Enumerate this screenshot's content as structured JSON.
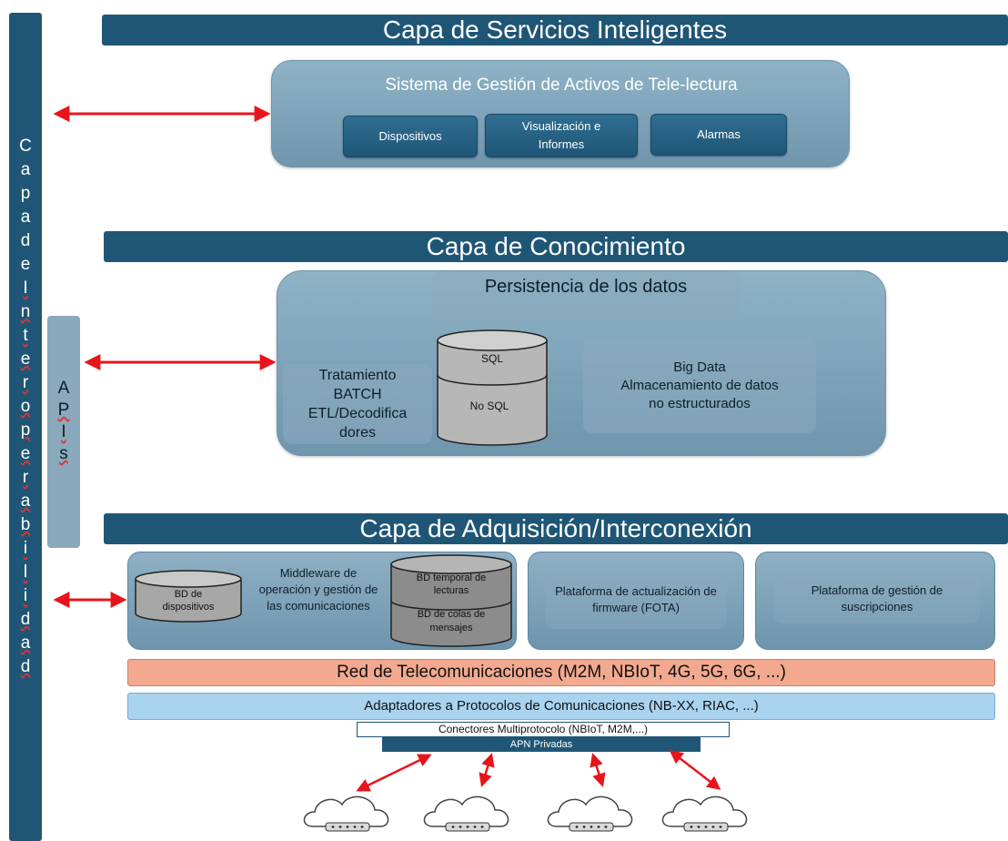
{
  "interop_bar": {
    "label_chars": [
      "C",
      "a",
      "p",
      "a",
      "d",
      "e",
      "I",
      "n",
      "t",
      "e",
      "r",
      "o",
      "p",
      "e",
      "r",
      "a",
      "b",
      "i",
      "l",
      "i",
      "d",
      "a",
      "d"
    ]
  },
  "apis_bar": {
    "label_chars": [
      "A",
      "P",
      "I",
      "s"
    ]
  },
  "layers": {
    "smart_services": {
      "title": "Capa de Servicios Inteligentes",
      "panel_title": "Sistema de Gestión de Activos de Tele-lectura",
      "buttons": [
        "Dispositivos",
        "Visualización e Informes",
        "Alarmas"
      ]
    },
    "knowledge": {
      "title": "Capa de Conocimiento",
      "persistence": "Persistencia de los datos",
      "batch_lines": [
        "Tratamiento",
        "BATCH",
        "ETL/Decodifica",
        "dores"
      ],
      "db_sql": "SQL",
      "db_nosql": "No SQL",
      "bigdata_lines": [
        "Big Data",
        "Almacenamiento de datos",
        "no estructurados"
      ]
    },
    "acquisition": {
      "title": "Capa de Adquisición/Interconexión",
      "db_devices": "BD de dispositivos",
      "middleware": "Middleware de operación y gestión de las comunicaciones",
      "db_temp": "BD temporal de lecturas",
      "db_queue": "BD de colas de mensajes",
      "fota": "Plataforma de actualización de firmware (FOTA)",
      "subscriptions": "Plataforma de gestión de suscripciones"
    }
  },
  "telecom_network": "Red de Telecomunicaciones (M2M, NBIoT, 4G, 5G, 6G, ...)",
  "protocol_adapters": "Adaptadores a Protocolos de Comunicaciones (NB-XX, RIAC, ...)",
  "connectors": "Conectores Multiprotocolo (NBIoT, M2M,...)",
  "apn": "APN Privadas",
  "colors": {
    "dark_blue": "#1f5676",
    "panel_blue": "#7fa3b9",
    "telecom_orange": "#f3a98f",
    "adapter_blue": "#a9d3ee",
    "arrow_red": "#e8141b"
  },
  "icons": [
    "cloud-router-icon",
    "cloud-router-icon",
    "cloud-router-icon",
    "cloud-router-icon"
  ]
}
